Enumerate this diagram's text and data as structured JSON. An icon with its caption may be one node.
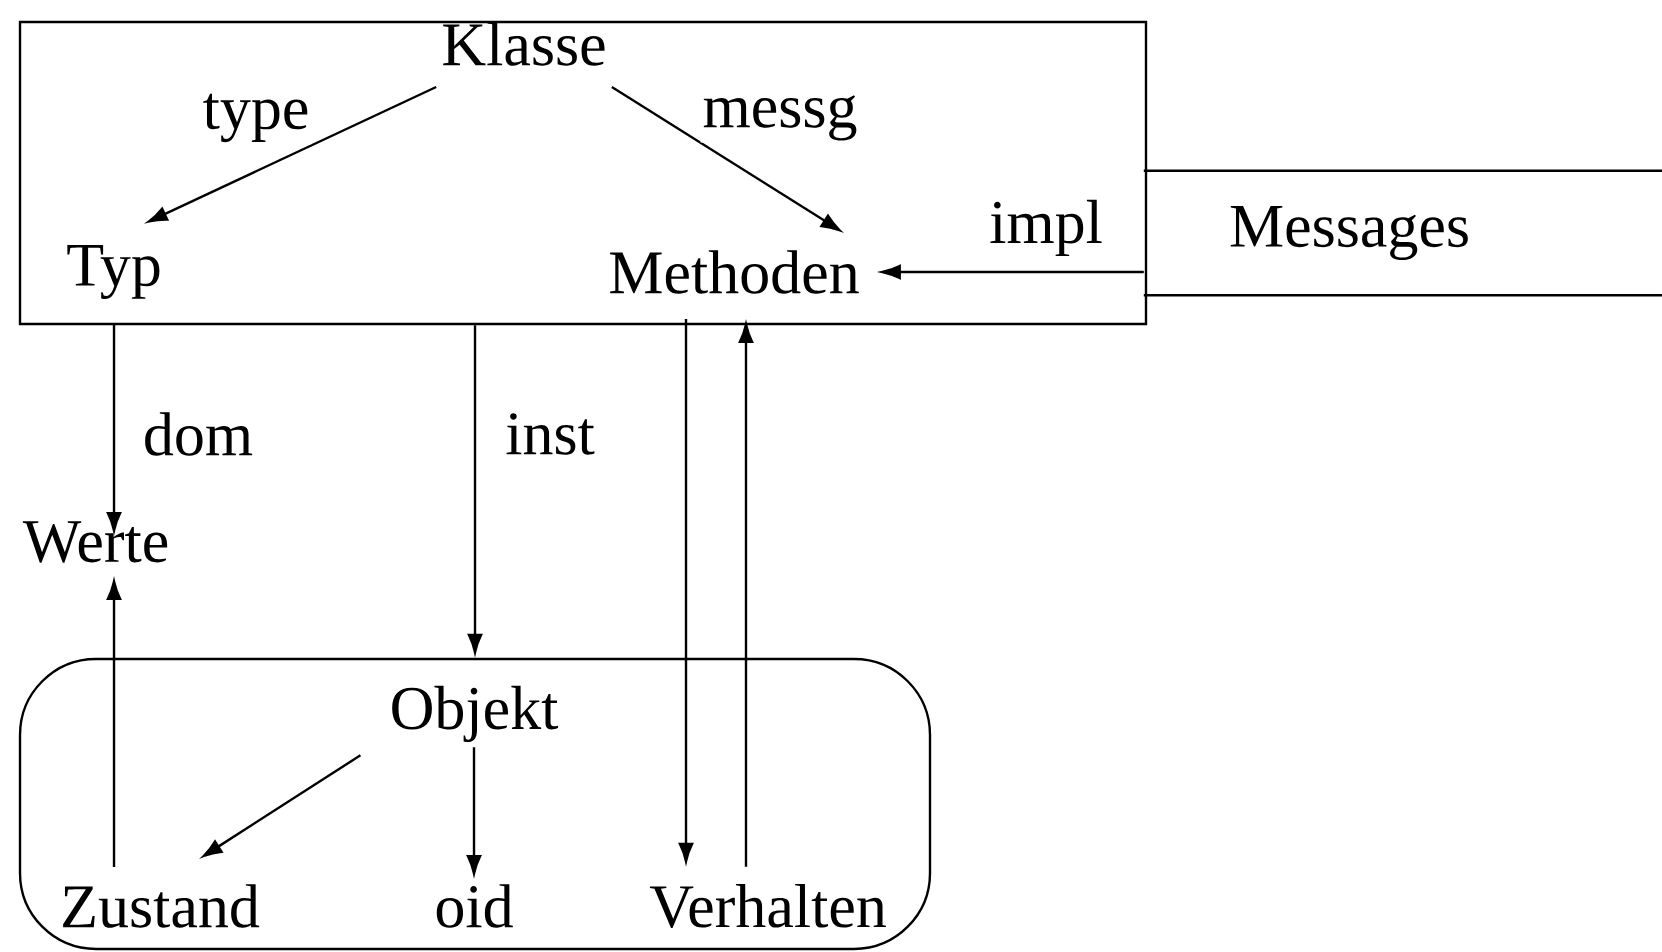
{
  "diagram": {
    "nodes": [
      {
        "text": [],
        "shape": "box"
      },
      {
        "text": [
          "Klasse"
        ],
        "in": 0
      },
      {
        "text": [
          "Typ"
        ],
        "in": 0
      },
      {
        "text": [
          "Methoden"
        ],
        "in": 0
      },
      {
        "text": [
          "Messages"
        ]
      },
      {
        "text": [
          "Werte"
        ]
      },
      {
        "text": [],
        "shape": "box"
      },
      {
        "text": [
          "Objekt"
        ],
        "in": 6
      },
      {
        "text": [
          "Zustand"
        ],
        "in": 6
      },
      {
        "text": [
          "oid"
        ],
        "in": 6
      },
      {
        "text": [
          "Verhalten"
        ],
        "in": 6
      }
    ],
    "edges": [
      {
        "from": 1,
        "to": 2,
        "arrow": "to",
        "label": "type"
      },
      {
        "from": 1,
        "to": 3,
        "arrow": "to",
        "label": "messg"
      },
      {
        "from": 4,
        "to": 3,
        "arrow": "to",
        "label": "impl"
      },
      {
        "from": 2,
        "to": 5,
        "arrow": "to",
        "label": "dom"
      },
      {
        "from": 0,
        "to": 6,
        "arrow": "to",
        "label": "inst"
      },
      {
        "from": 3,
        "to": 10,
        "arrow": "to"
      },
      {
        "from": 10,
        "to": 3,
        "arrow": "to"
      },
      {
        "from": 8,
        "to": 5,
        "arrow": "to"
      },
      {
        "from": 7,
        "to": 8,
        "arrow": "to"
      },
      {
        "from": 7,
        "to": 9,
        "arrow": "to"
      }
    ]
  }
}
